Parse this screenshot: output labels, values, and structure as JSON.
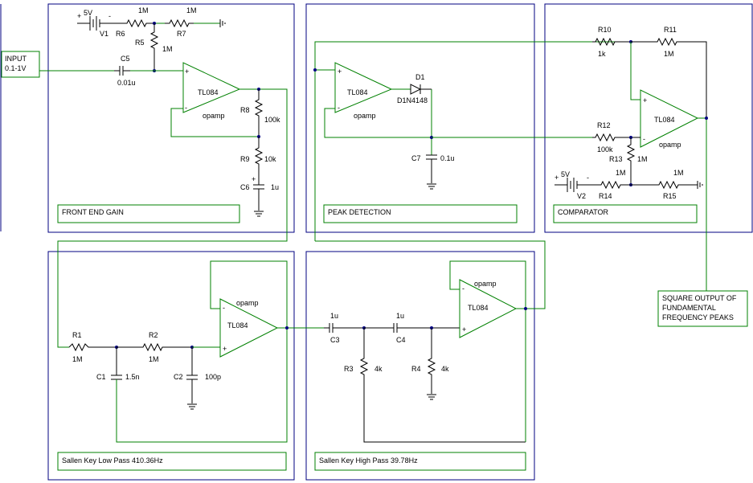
{
  "blocks": {
    "front_end": "FRONT END GAIN",
    "peak": "PEAK DETECTION",
    "comparator": "COMPARATOR",
    "lowpass": "Sallen Key Low Pass 410.36Hz",
    "highpass": "Sallen Key High Pass 39.78Hz"
  },
  "input_box": {
    "line1": "INPUT",
    "line2": "0.1-1V"
  },
  "output_box": {
    "line1": "SQUARE OUTPUT OF",
    "line2": "FUNDAMENTAL",
    "line3": "FREQUENCY PEAKS"
  },
  "opamps": {
    "part": "TL084",
    "type": "opamp"
  },
  "sources": {
    "v1": {
      "name": "V1",
      "value": "5V"
    },
    "v2": {
      "name": "V2",
      "value": "5V"
    }
  },
  "resistors": {
    "r1": {
      "name": "R1",
      "value": "1M"
    },
    "r2": {
      "name": "R2",
      "value": "1M"
    },
    "r3": {
      "name": "R3",
      "value": "4k"
    },
    "r4": {
      "name": "R4",
      "value": "4k"
    },
    "r5": {
      "name": "R5",
      "value": "1M"
    },
    "r6": {
      "name": "R6",
      "value": "1M"
    },
    "r7": {
      "name": "R7",
      "value": "1M"
    },
    "r8": {
      "name": "R8",
      "value": "100k"
    },
    "r9": {
      "name": "R9",
      "value": "10k"
    },
    "r10": {
      "name": "R10",
      "value": "1k"
    },
    "r11": {
      "name": "R11",
      "value": "1M"
    },
    "r12": {
      "name": "R12",
      "value": "100k"
    },
    "r13": {
      "name": "R13",
      "value": "1M"
    },
    "r14": {
      "name": "R14",
      "value": "1M"
    },
    "r15": {
      "name": "R15",
      "value": "1M"
    }
  },
  "capacitors": {
    "c1": {
      "name": "C1",
      "value": "1.5n"
    },
    "c2": {
      "name": "C2",
      "value": "100p"
    },
    "c3": {
      "name": "C3",
      "value": "1u"
    },
    "c4": {
      "name": "C4",
      "value": "1u"
    },
    "c5": {
      "name": "C5",
      "value": "0.01u"
    },
    "c6": {
      "name": "C6",
      "value": "1u"
    },
    "c7": {
      "name": "C7",
      "value": "0.1u"
    }
  },
  "diode": {
    "name": "D1",
    "part": "D1N4148"
  },
  "symbols": {
    "plus": "+",
    "minus": "-"
  }
}
